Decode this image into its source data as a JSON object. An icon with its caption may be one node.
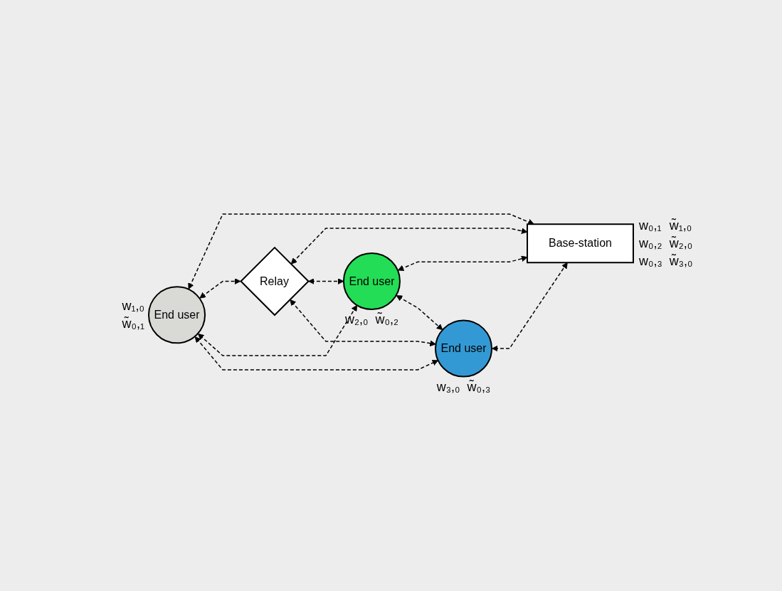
{
  "diagram": {
    "nodes": [
      {
        "text": [
          "End user"
        ],
        "beside": [
          "w₁,₀",
          "w̃₀,₁"
        ]
      },
      {
        "text": [
          "Relay"
        ]
      },
      {
        "text": [
          "Base-station"
        ],
        "beside": [
          "w₀,₁",
          "w̃₁,₀",
          "w₀,₂",
          "w̃₂,₀",
          "w₀,₃",
          "w̃₃,₀"
        ]
      },
      {
        "text": [
          "End user"
        ],
        "beside": [
          "w₂,₀",
          "w̃₀,₂"
        ]
      },
      {
        "text": [
          "End user"
        ],
        "beside": [
          "w₃,₀",
          "w̃₀,₃"
        ]
      }
    ],
    "edges": [
      {
        "from": 0,
        "to": 2,
        "arrow": "both",
        "style": "dashed"
      },
      {
        "from": 0,
        "to": 1,
        "arrow": "both",
        "style": "dashed"
      },
      {
        "from": 0,
        "to": 3,
        "arrow": "both",
        "style": "dashed"
      },
      {
        "from": 0,
        "to": 4,
        "arrow": "both",
        "style": "dashed"
      },
      {
        "from": 1,
        "to": 2,
        "arrow": "both",
        "style": "dashed"
      },
      {
        "from": 1,
        "to": 3,
        "arrow": "both",
        "style": "dashed"
      },
      {
        "from": 1,
        "to": 4,
        "arrow": "both",
        "style": "dashed"
      },
      {
        "from": 3,
        "to": 2,
        "arrow": "both",
        "style": "dashed"
      },
      {
        "from": 3,
        "to": 4,
        "arrow": "both",
        "style": "dashed"
      },
      {
        "from": 4,
        "to": 2,
        "arrow": "both",
        "style": "dashed"
      }
    ]
  }
}
